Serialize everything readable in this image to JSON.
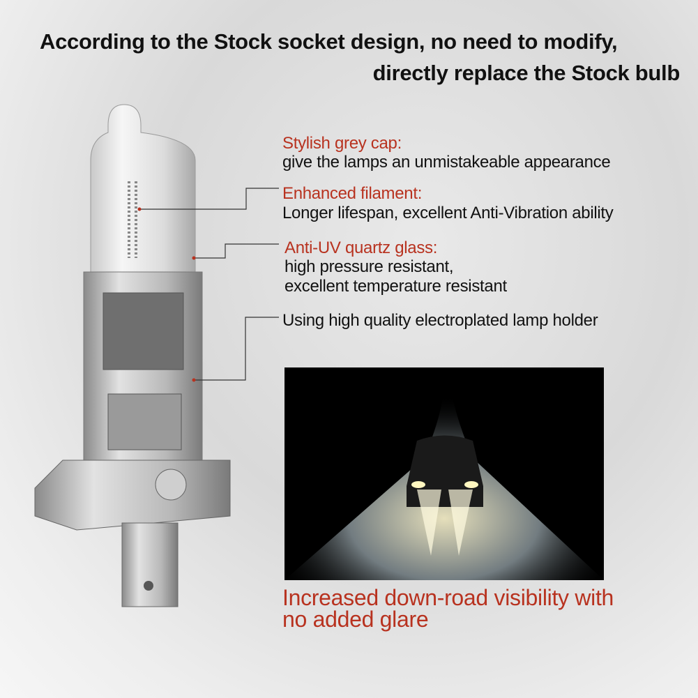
{
  "headline": {
    "line1": "According to the Stock socket design, no need to modify,",
    "line2": "directly replace the Stock bulb"
  },
  "features": [
    {
      "title": "Stylish grey cap:",
      "lines": [
        "give the lamps an unmistakeable appearance"
      ]
    },
    {
      "title": "Enhanced filament:",
      "lines": [
        "Longer lifespan, excellent Anti-Vibration ability"
      ]
    },
    {
      "title": "Anti-UV quartz glass:",
      "lines": [
        "high pressure resistant,",
        "excellent temperature resistant"
      ]
    },
    {
      "title": "",
      "lines": [
        "Using high quality electroplated lamp holder"
      ]
    }
  ],
  "visibility": {
    "line1": "Increased down-road visibility with",
    "line2": "no added glare"
  },
  "colors": {
    "accent": "#b8321f",
    "text": "#111111"
  }
}
